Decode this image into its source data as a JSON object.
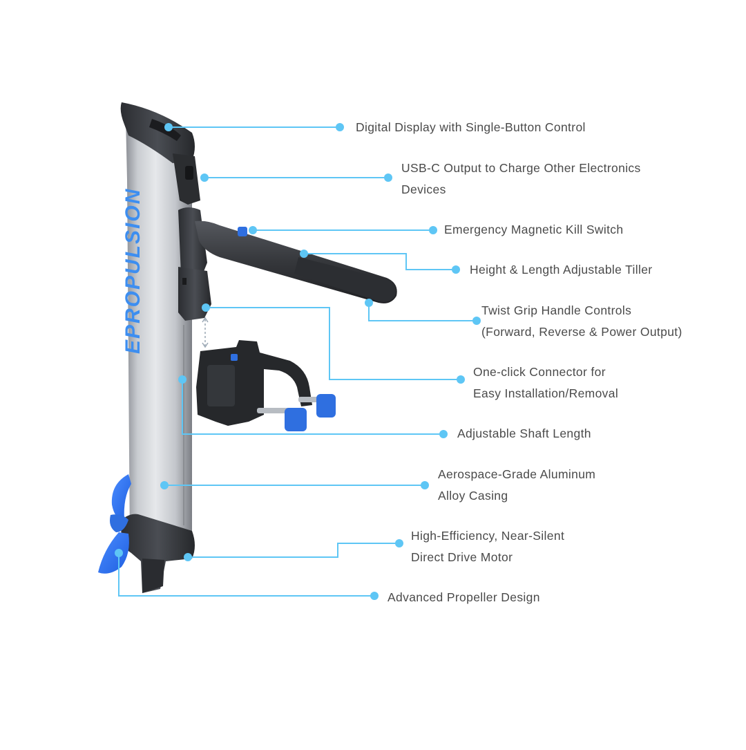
{
  "brand": {
    "logo_text": "EPROPULSION",
    "logo_color": "#3d8ef0"
  },
  "colors": {
    "callout_line": "#5ec6f5",
    "callout_dot": "#5ec6f5",
    "label_text": "#4a4a4a",
    "accent_blue": "#2f6fe0"
  },
  "callouts": [
    {
      "id": "display",
      "lines": [
        "Digital Display with Single-Button Control"
      ]
    },
    {
      "id": "usb",
      "lines": [
        "USB-C Output to Charge Other Electronics",
        "Devices"
      ]
    },
    {
      "id": "kill",
      "lines": [
        "Emergency Magnetic Kill Switch"
      ]
    },
    {
      "id": "tiller",
      "lines": [
        "Height & Length Adjustable Tiller"
      ]
    },
    {
      "id": "grip",
      "lines": [
        "Twist Grip Handle Controls",
        "(Forward, Reverse & Power Output)"
      ]
    },
    {
      "id": "connector",
      "lines": [
        "One-click Connector for",
        "Easy Installation/Removal"
      ]
    },
    {
      "id": "shaft",
      "lines": [
        "Adjustable Shaft Length"
      ]
    },
    {
      "id": "casing",
      "lines": [
        "Aerospace-Grade Aluminum",
        "Alloy Casing"
      ]
    },
    {
      "id": "motor",
      "lines": [
        "High-Efficiency, Near-Silent",
        "Direct Drive Motor"
      ]
    },
    {
      "id": "propeller",
      "lines": [
        "Advanced Propeller Design"
      ]
    }
  ]
}
